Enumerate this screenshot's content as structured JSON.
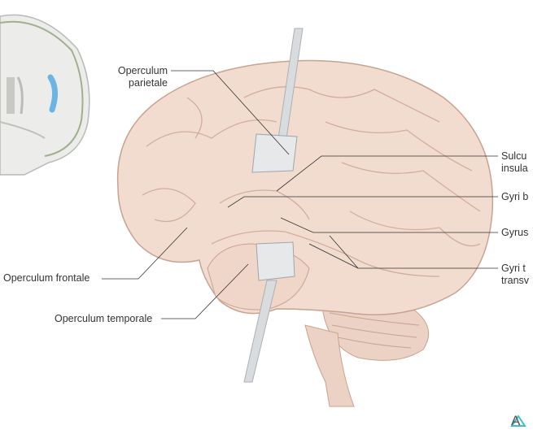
{
  "labels": {
    "operculum_parietale": [
      "Operculum",
      "parietale"
    ],
    "operculum_frontale": "Operculum frontale",
    "operculum_temporale": "Operculum temporale",
    "sulcus_insularis": [
      "Sulcu",
      "insula"
    ],
    "gyri_breves": "Gyri b",
    "gyrus_longus": "Gyrus",
    "gyri_transversi": [
      "Gyri t",
      "transv"
    ]
  },
  "watermark": "A",
  "colors": {
    "brain": "#f2dccf",
    "brain_outline": "#c7a291",
    "retractor": "#d9dcdf",
    "highlight": "#6cb4e4",
    "logo": "#3bbfc8"
  }
}
